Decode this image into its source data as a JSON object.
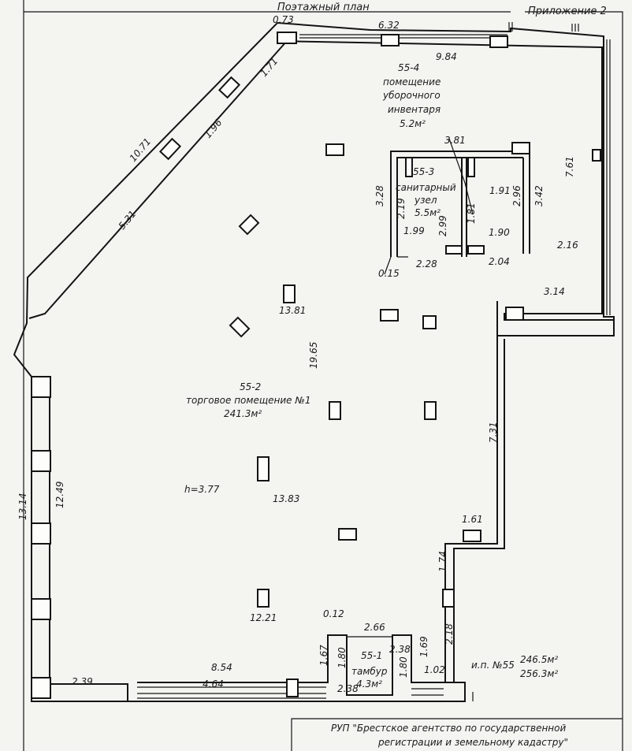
{
  "header": {
    "title": "Поэтажный план",
    "appendix": "Приложение 2"
  },
  "rooms": {
    "r55_4": {
      "number": "55-4",
      "name_line1": "помещение",
      "name_line2": "уборочного",
      "name_line3": "инвентаря",
      "area": "5.2м²"
    },
    "r55_3": {
      "number": "55-3",
      "name_line1": "санитарный",
      "name_line2": "узел",
      "area": "5.5м²"
    },
    "r55_2": {
      "number": "55-2",
      "name": "торговое помещение №1",
      "area": "241.3м²",
      "height": "h=3.77"
    },
    "r55_1": {
      "number": "55-1",
      "name": "тамбур",
      "area": "4.3м²"
    }
  },
  "totals": {
    "label": "и.п. №55",
    "area1": "246.5м²",
    "area2": "256.3м²"
  },
  "dimensions": {
    "d0_73": "0.73",
    "d6_32": "6.32",
    "d9_84": "9.84",
    "d1_71": "1.71",
    "d10_71": "10.71",
    "d1_96": "1.96",
    "d5_31": "5.31",
    "d3_81": "3.81",
    "d7_61": "7.61",
    "d3_28": "3.28",
    "d2_19": "2.19",
    "d1_99": "1.99",
    "d2_99": "2.99",
    "d1_81": "1.81",
    "d1_91": "1.91",
    "d2_96": "2.96",
    "d3_42": "3.42",
    "d1_90": "1.90",
    "d2_16": "2.16",
    "d0_15": "0.15",
    "d2_28": "2.28",
    "d2_04": "2.04",
    "d13_81": "13.81",
    "d3_14": "3.14",
    "d19_65": "19.65",
    "d7_31": "7.31",
    "d13_14": "13.14",
    "d12_49": "12.49",
    "d13_83": "13.83",
    "d1_61": "1.61",
    "d1_74": "1.74",
    "d12_21": "12.21",
    "d0_12": "0.12",
    "d2_66": "2.66",
    "d2_18": "2.18",
    "d1_67": "1.67",
    "d1_80a": "1.80",
    "d2_38a": "2.38",
    "d1_80b": "1.80",
    "d1_69": "1.69",
    "d1_02": "1.02",
    "d8_54": "8.54",
    "d2_39": "2.39",
    "d4_64": "4.64",
    "d2_38b": "2.38"
  },
  "stamp": {
    "line1": "РУП \"Брестское агентство по государственной",
    "line2": "регистрации и земельному кадастру\""
  }
}
